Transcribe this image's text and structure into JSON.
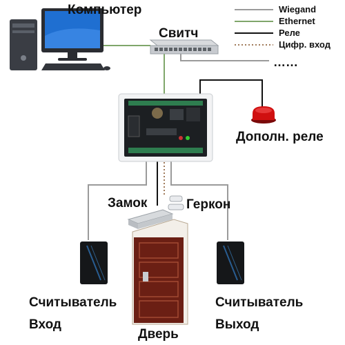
{
  "labels": {
    "computer": "Компьютер",
    "switch": "Свитч",
    "extra_relay": "Дополн. реле",
    "lock": "Замок",
    "reed": "Геркон",
    "reader_in_line1": "Считыватель",
    "reader_in_line2": "Вход",
    "reader_out_line1": "Считыватель",
    "reader_out_line2": "Выход",
    "door": "Дверь",
    "more": "……"
  },
  "legend": [
    {
      "label": "Wiegand",
      "style": "solid",
      "color": "#9a9a9a"
    },
    {
      "label": "Ethernet",
      "style": "solid",
      "color": "#7fa66a"
    },
    {
      "label": "Реле",
      "style": "solid",
      "color": "#111111"
    },
    {
      "label": "Цифр. вход",
      "style": "dotted",
      "color": "#a07a5a"
    }
  ],
  "colors": {
    "wiegand": "#9a9a9a",
    "ethernet": "#7fa66a",
    "relay": "#111111",
    "digital": "#a07a5a",
    "door": "#6b1f14",
    "relay_lamp": "#d01010"
  }
}
